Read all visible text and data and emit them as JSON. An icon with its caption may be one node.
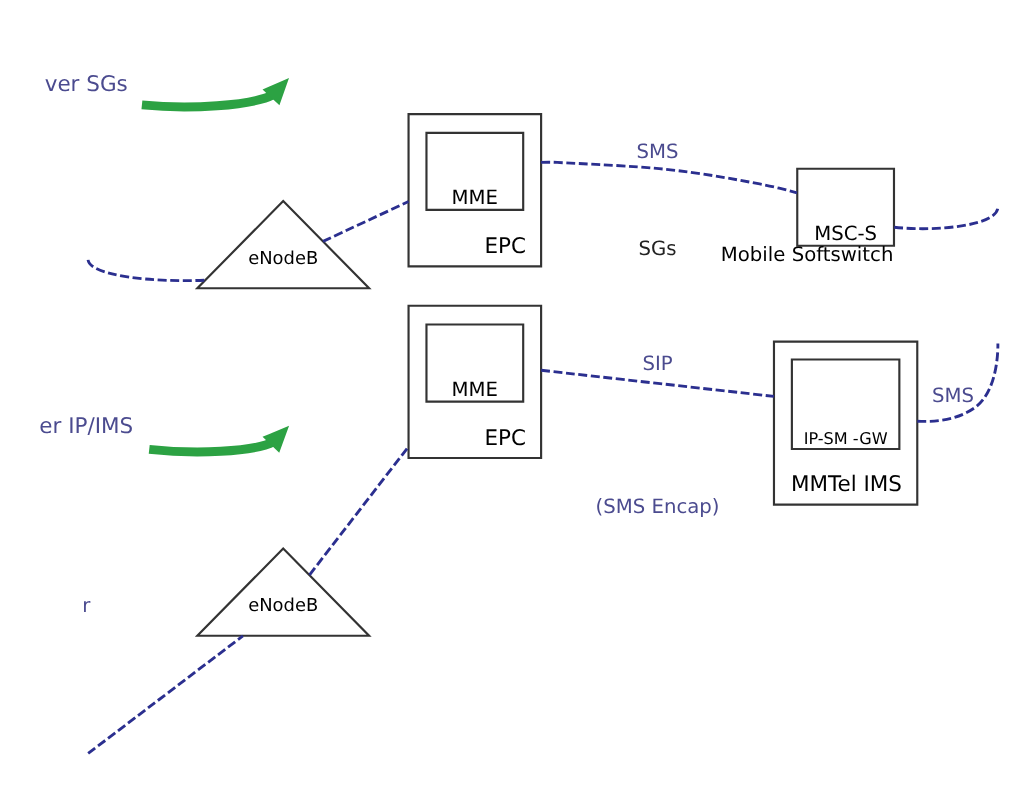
{
  "diagram": {
    "nodes": [
      {
        "text": [
          "ver SGs"
        ]
      },
      {
        "text": [
          "eNodeB"
        ]
      },
      {
        "text": [
          "EPC"
        ]
      },
      {
        "text": [
          "MME"
        ],
        "in": 2
      },
      {
        "text": [
          "MSC-S"
        ],
        "beside": [
          "Mobile Softswitch"
        ]
      },
      {
        "text": [
          "er IP/IMS"
        ]
      },
      {
        "text": [
          "eNodeB"
        ]
      },
      {
        "text": [
          "EPC"
        ]
      },
      {
        "text": [
          "MME"
        ],
        "in": 7
      },
      {
        "text": [
          "MMTel IMS"
        ]
      },
      {
        "text": [
          "IP-SM -GW"
        ],
        "in": 9
      }
    ],
    "edges": [
      {
        "from": 0,
        "to": null,
        "arrow": "to",
        "style": "thick",
        "color": "#2ca243"
      },
      {
        "from": null,
        "to": 1,
        "arrow": "none",
        "style": "dashed"
      },
      {
        "from": 1,
        "to": 2,
        "arrow": "none",
        "style": "dashed"
      },
      {
        "from": 2,
        "to": 4,
        "arrow": "none",
        "style": "dashed",
        "label": "SMS"
      },
      {
        "from": 4,
        "to": null,
        "arrow": "none",
        "style": "dashed"
      },
      {
        "from": 5,
        "to": null,
        "arrow": "to",
        "style": "thick",
        "color": "#2ca243"
      },
      {
        "from": null,
        "to": 6,
        "arrow": "none",
        "style": "dashed"
      },
      {
        "from": 6,
        "to": 7,
        "arrow": "none",
        "style": "dashed"
      },
      {
        "from": 7,
        "to": 9,
        "arrow": "none",
        "style": "dashed",
        "label": "SIP"
      },
      {
        "from": 9,
        "to": null,
        "arrow": "none",
        "style": "dashed",
        "label": "SMS"
      }
    ],
    "labels": [
      "SGs",
      "r",
      "(SMS Encap)"
    ]
  }
}
